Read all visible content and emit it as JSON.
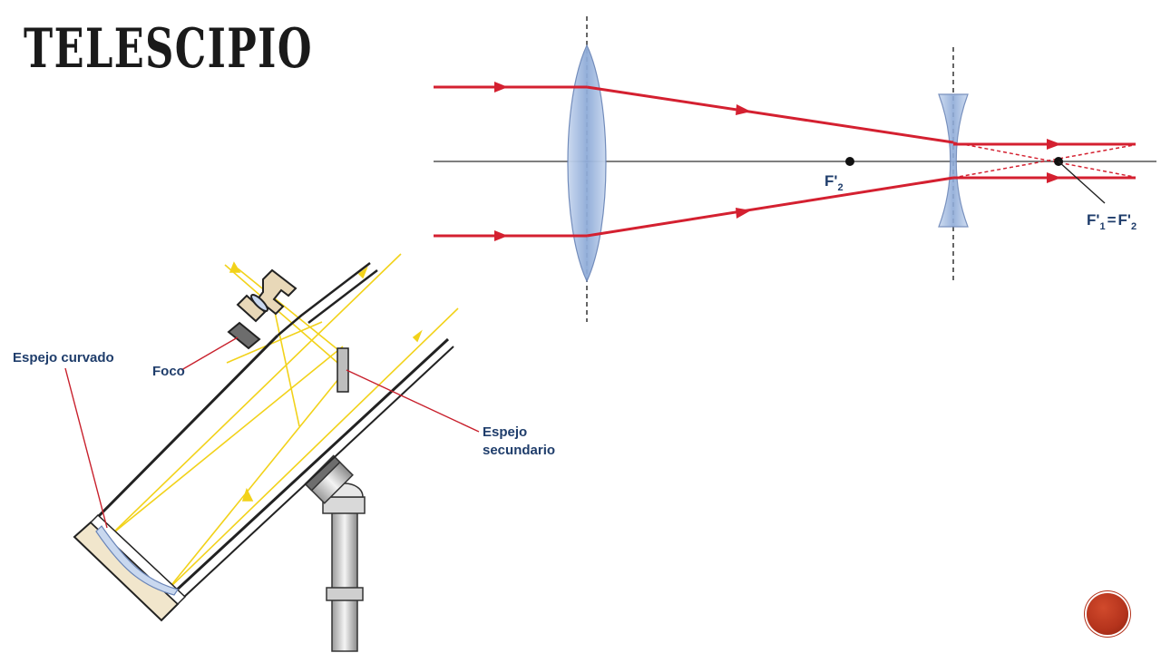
{
  "slide": {
    "title": "TELESCIPIO"
  },
  "optics_diagram": {
    "label_f2": "F'",
    "label_f2_sub": "2",
    "label_eq_f1": "F'",
    "label_eq_f1_sub": "1",
    "label_eq_sign": "=",
    "label_eq_f2": "F'",
    "label_eq_f2_sub": "2"
  },
  "reflector_diagram": {
    "labels": {
      "curved_mirror": "Espejo curvado",
      "focus": "Foco",
      "secondary_mirror_line1": "Espejo",
      "secondary_mirror_line2": "secundario"
    }
  },
  "colors": {
    "ray_red": "#d42030",
    "ray_yellow": "#f2d21a",
    "lens_blue": "#9fb8de",
    "pointer_red": "#c8202c",
    "badge": "#b4331c",
    "label_blue": "#1f3d6b"
  }
}
